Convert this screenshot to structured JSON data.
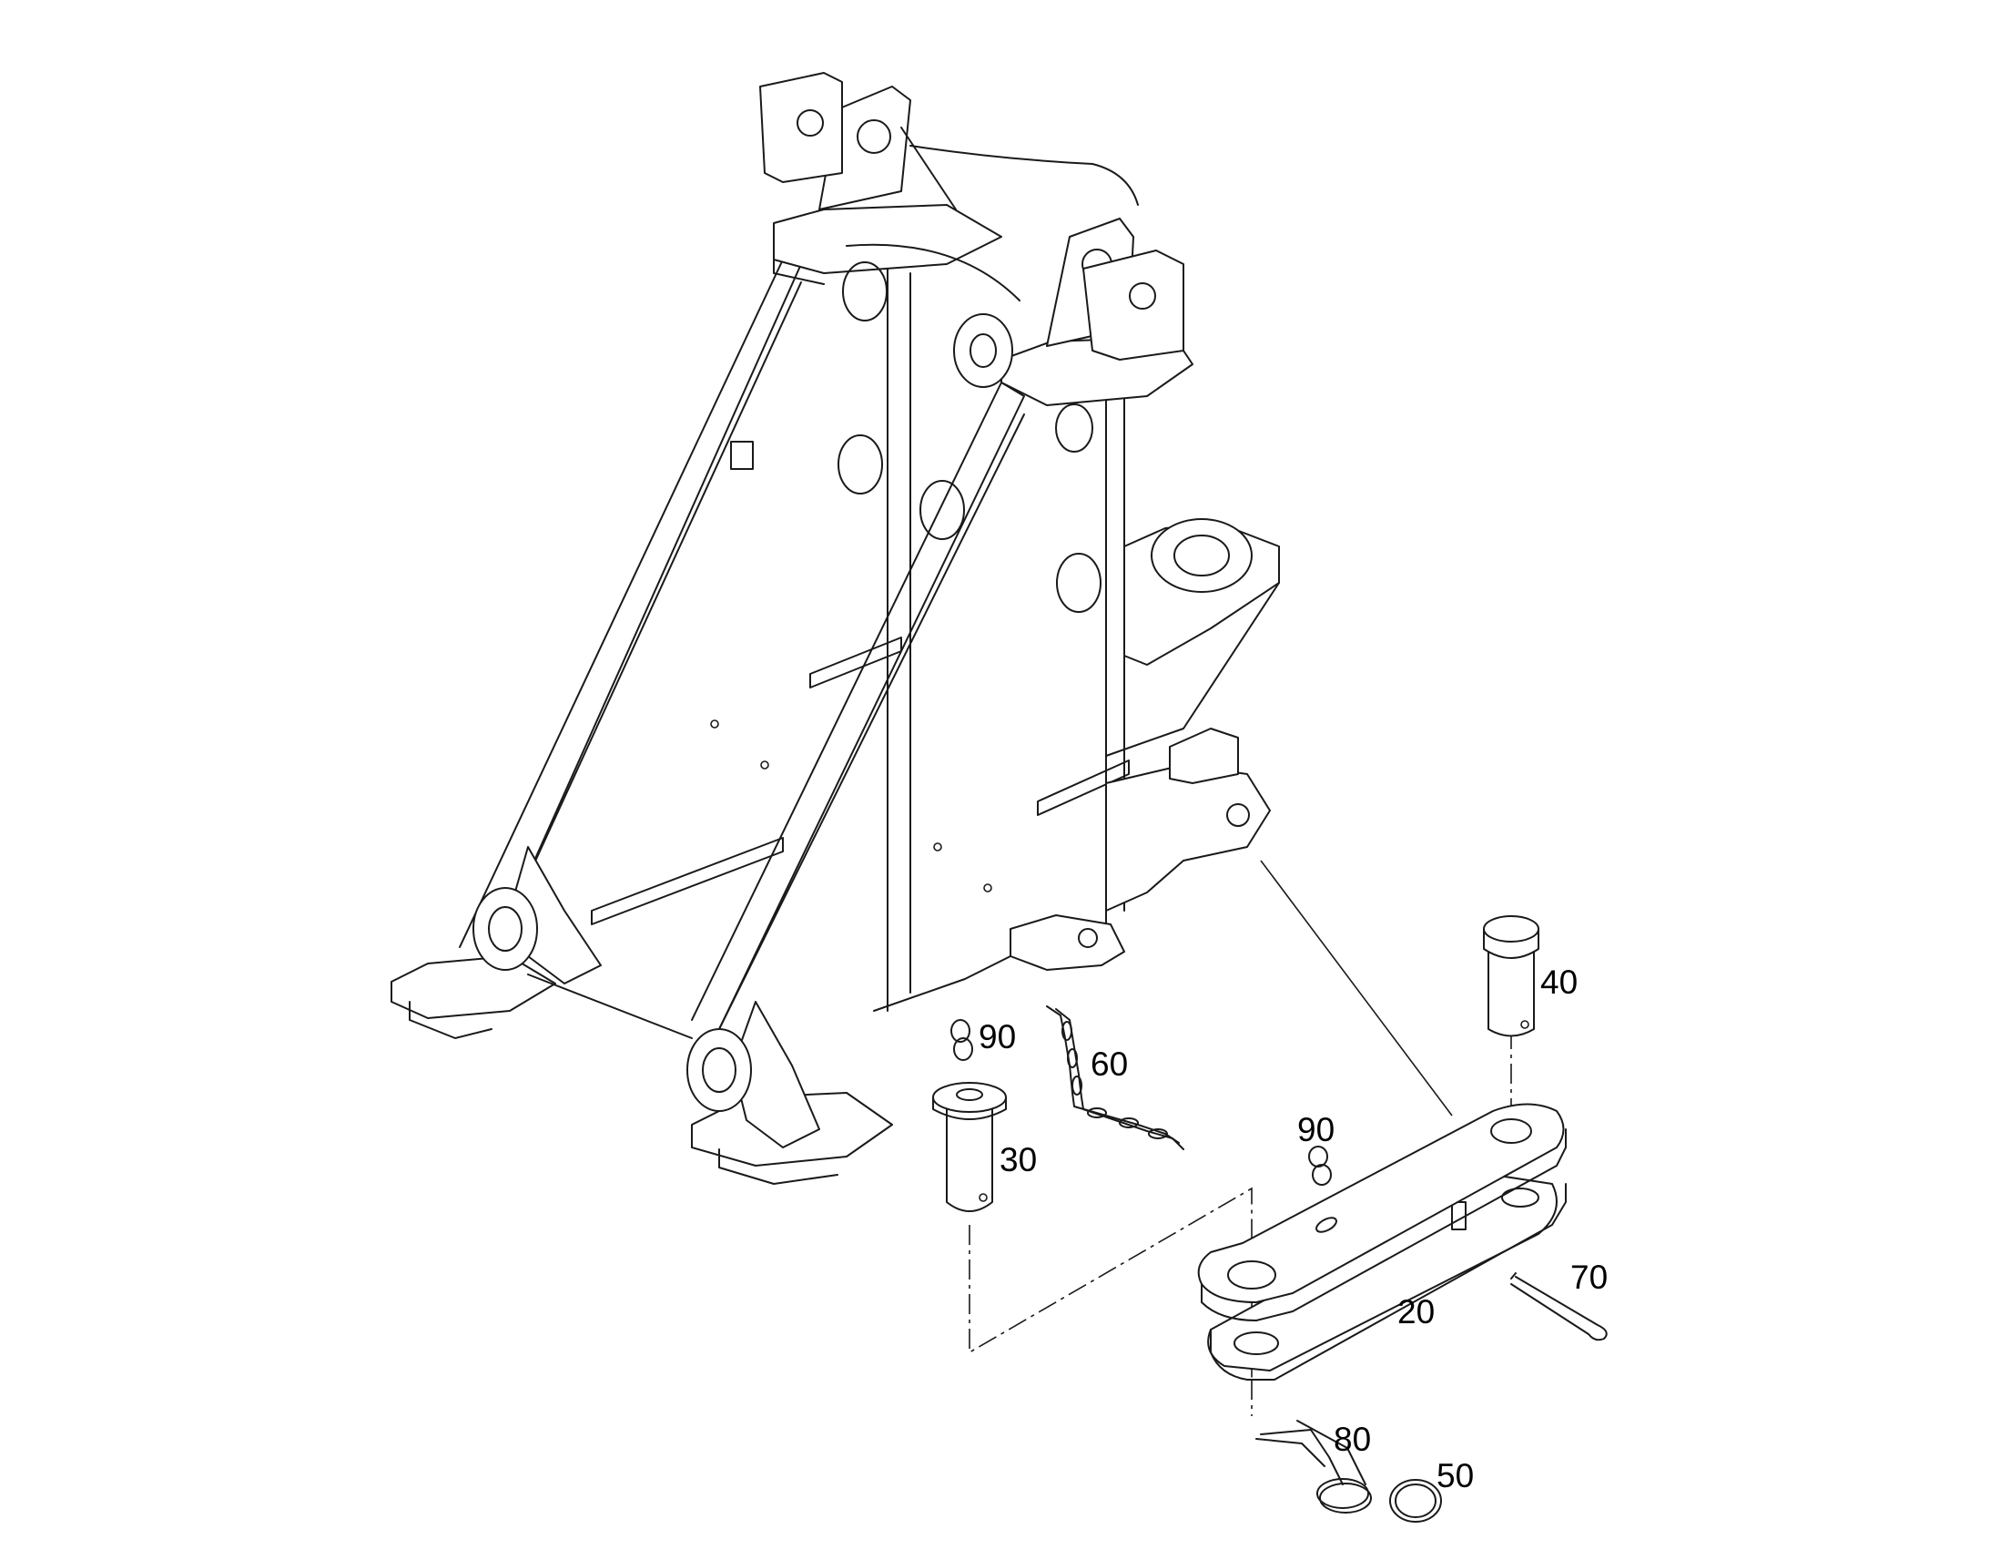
{
  "callouts": {
    "c20": "20",
    "c30": "30",
    "c40": "40",
    "c50": "50",
    "c60": "60",
    "c70": "70",
    "c80": "80",
    "c90a": "90",
    "c90b": "90"
  },
  "colors": {
    "ink": "#1a1a1a",
    "paper": "#ffffff"
  }
}
